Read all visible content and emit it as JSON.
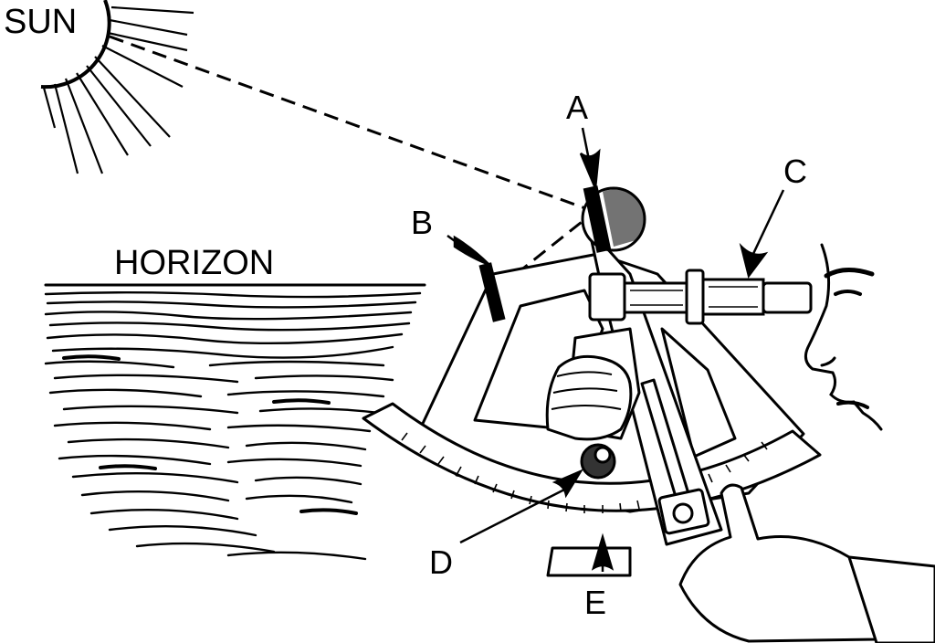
{
  "labels": {
    "sun": "SUN",
    "horizon": "HORIZON",
    "a": "A",
    "b": "B",
    "c": "C",
    "d": "D",
    "e": "E"
  },
  "colors": {
    "ink": "#000000",
    "paper": "#ffffff"
  }
}
